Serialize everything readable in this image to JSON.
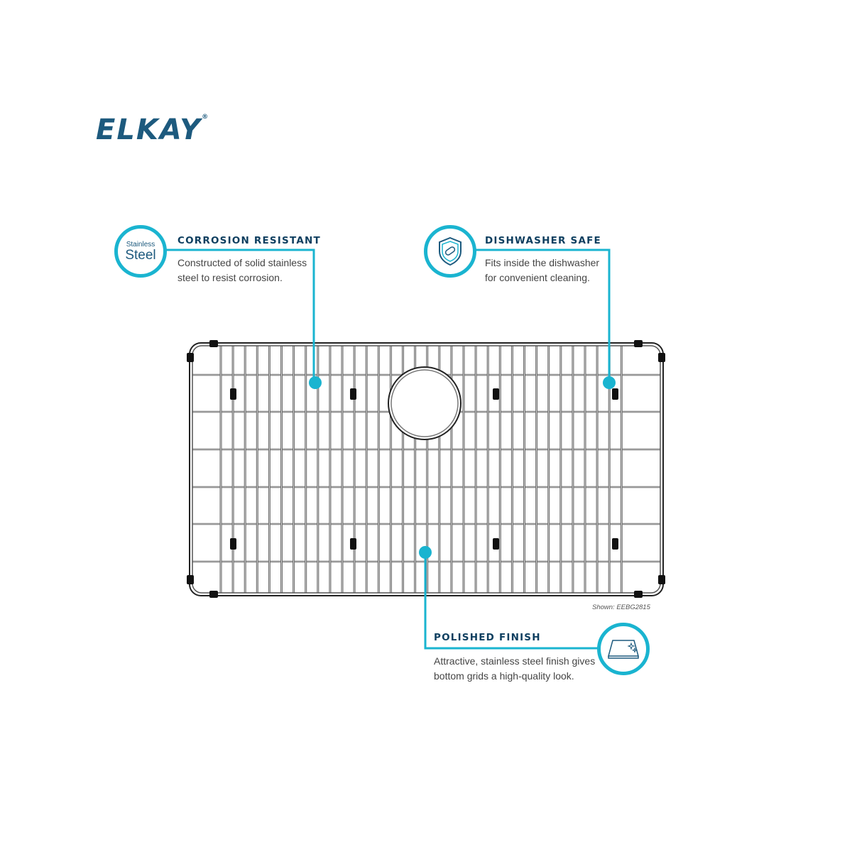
{
  "brand": {
    "name": "ELKAY",
    "mark": "®"
  },
  "colors": {
    "accent": "#1ab4d0",
    "title": "#0d3e5f",
    "logo": "#1d5a7e"
  },
  "features": [
    {
      "title": "CORROSION RESISTANT",
      "desc": [
        "Constructed of solid stainless",
        "steel to resist corrosion."
      ],
      "icon": "stainless-steel-badge",
      "badge_small": "Stainless",
      "badge_large": "Steel"
    },
    {
      "title": "DISHWASHER SAFE",
      "desc": [
        "Fits inside the dishwasher",
        "for convenient cleaning."
      ],
      "icon": "shield-dishwasher-icon"
    },
    {
      "title": "POLISHED FINISH",
      "desc": [
        "Attractive, stainless steel finish gives",
        "bottom grids a high-quality look."
      ],
      "icon": "polished-surface-icon"
    }
  ],
  "caption": "Shown: EEBG2815"
}
